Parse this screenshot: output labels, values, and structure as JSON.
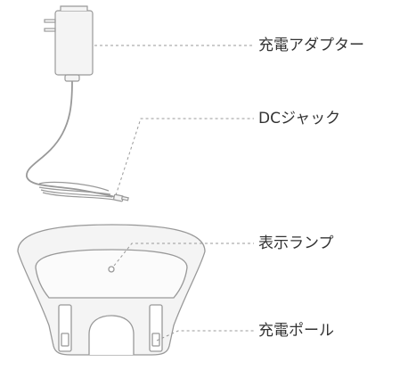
{
  "labels": {
    "adapter": "充電アダプター",
    "dc_jack": "DCジャック",
    "lamp": "表示ランプ",
    "pole": "充電ポール"
  },
  "colors": {
    "outline": "#999999",
    "fill": "#f4f4f4",
    "leader": "#9a9a9a",
    "text": "#333333"
  }
}
